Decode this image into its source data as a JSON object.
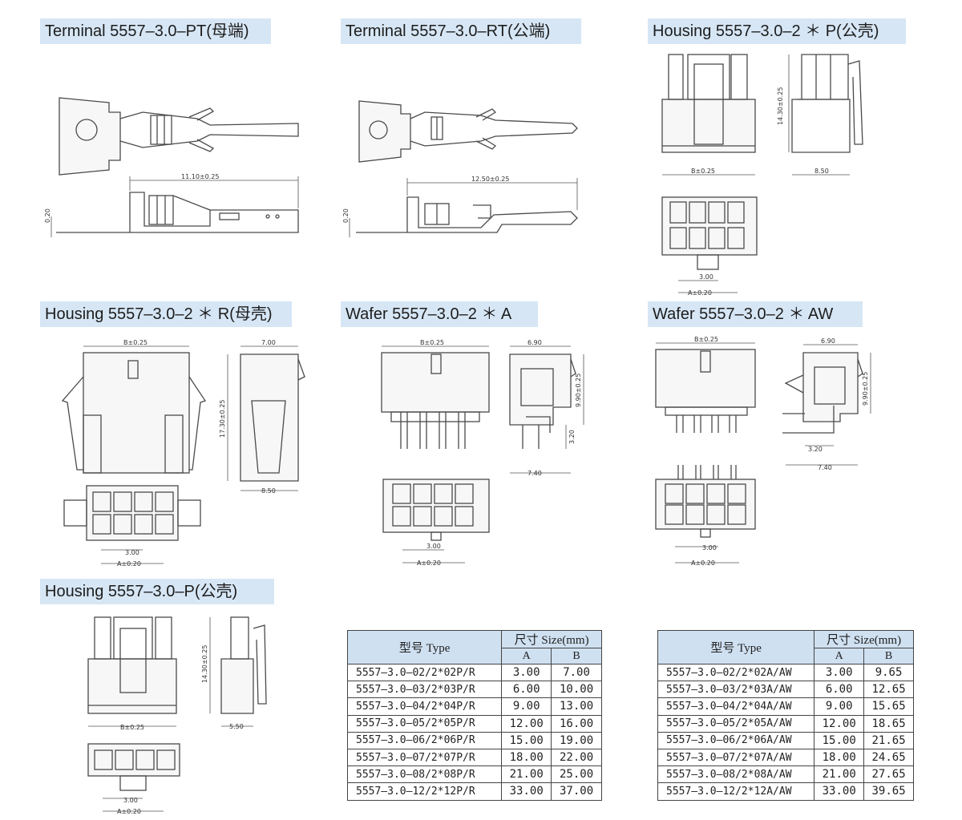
{
  "titles": {
    "terminal_pt": "Terminal 5557–3.0–PT(母端)",
    "terminal_rt": "Terminal 5557–3.0–RT(公端)",
    "housing_2p": "Housing 5557–3.0–2 ＊ P(公壳)",
    "housing_2r": "Housing 5557–3.0–2 ＊ R(母壳)",
    "wafer_2a": "Wafer 5557–3.0–2 ＊ A",
    "wafer_2aw": "Wafer 5557–3.0–2 ＊ AW",
    "housing_p": "Housing 5557–3.0–P(公壳)"
  },
  "dims": {
    "pt_len": "11.10±0.25",
    "pt_thk": "0.20",
    "rt_len": "12.50±0.25",
    "rt_thk": "0.20",
    "h2p_height": "14.30±0.25",
    "h2p_b": "B±0.25",
    "h2p_depth": "8.50",
    "h2p_pitch": "3.00",
    "h2p_a": "A±0.20",
    "h2r_b": "B±0.25",
    "h2r_top": "7.00",
    "h2r_height": "17.30±0.25",
    "h2r_depth": "8.50",
    "h2r_pitch": "3.00",
    "h2r_a": "A±0.20",
    "w2a_b": "B±0.25",
    "w2a_top": "6.90",
    "w2a_height": "9.90±0.25",
    "w2a_pin": "3.20",
    "w2a_depth": "7.40",
    "w2a_pitch": "3.00",
    "w2a_a": "A±0.20",
    "w2aw_b": "B±0.25",
    "w2aw_top": "6.90",
    "w2aw_height": "9.90±0.25",
    "w2aw_pin": "3.20",
    "w2aw_depth": "7.40",
    "w2aw_pitch": "3.00",
    "w2aw_a": "A±0.20",
    "hp_height": "14.30±0.25",
    "hp_b": "B±0.25",
    "hp_depth": "5.50",
    "hp_pitch": "3.00",
    "hp_a": "A±0.20"
  },
  "table_pr": {
    "header_type": "型号 Type",
    "header_size": "尺寸 Size(mm)",
    "col_a": "A",
    "col_b": "B",
    "rows": [
      {
        "type": "5557–3.0–02/2*02P/R",
        "a": "3.00",
        "b": "7.00"
      },
      {
        "type": "5557–3.0–03/2*03P/R",
        "a": "6.00",
        "b": "10.00"
      },
      {
        "type": "5557–3.0–04/2*04P/R",
        "a": "9.00",
        "b": "13.00"
      },
      {
        "type": "5557–3.0–05/2*05P/R",
        "a": "12.00",
        "b": "16.00"
      },
      {
        "type": "5557–3.0–06/2*06P/R",
        "a": "15.00",
        "b": "19.00"
      },
      {
        "type": "5557–3.0–07/2*07P/R",
        "a": "18.00",
        "b": "22.00"
      },
      {
        "type": "5557–3.0–08/2*08P/R",
        "a": "21.00",
        "b": "25.00"
      },
      {
        "type": "5557–3.0–12/2*12P/R",
        "a": "33.00",
        "b": "37.00"
      }
    ]
  },
  "table_aaw": {
    "header_type": "型号 Type",
    "header_size": "尺寸 Size(mm)",
    "col_a": "A",
    "col_b": "B",
    "rows": [
      {
        "type": "5557–3.0–02/2*02A/AW",
        "a": "3.00",
        "b": "9.65"
      },
      {
        "type": "5557–3.0–03/2*03A/AW",
        "a": "6.00",
        "b": "12.65"
      },
      {
        "type": "5557–3.0–04/2*04A/AW",
        "a": "9.00",
        "b": "15.65"
      },
      {
        "type": "5557–3.0–05/2*05A/AW",
        "a": "12.00",
        "b": "18.65"
      },
      {
        "type": "5557–3.0–06/2*06A/AW",
        "a": "15.00",
        "b": "21.65"
      },
      {
        "type": "5557–3.0–07/2*07A/AW",
        "a": "18.00",
        "b": "24.65"
      },
      {
        "type": "5557–3.0–08/2*08A/AW",
        "a": "21.00",
        "b": "27.65"
      },
      {
        "type": "5557–3.0–12/2*12A/AW",
        "a": "33.00",
        "b": "39.65"
      }
    ]
  }
}
